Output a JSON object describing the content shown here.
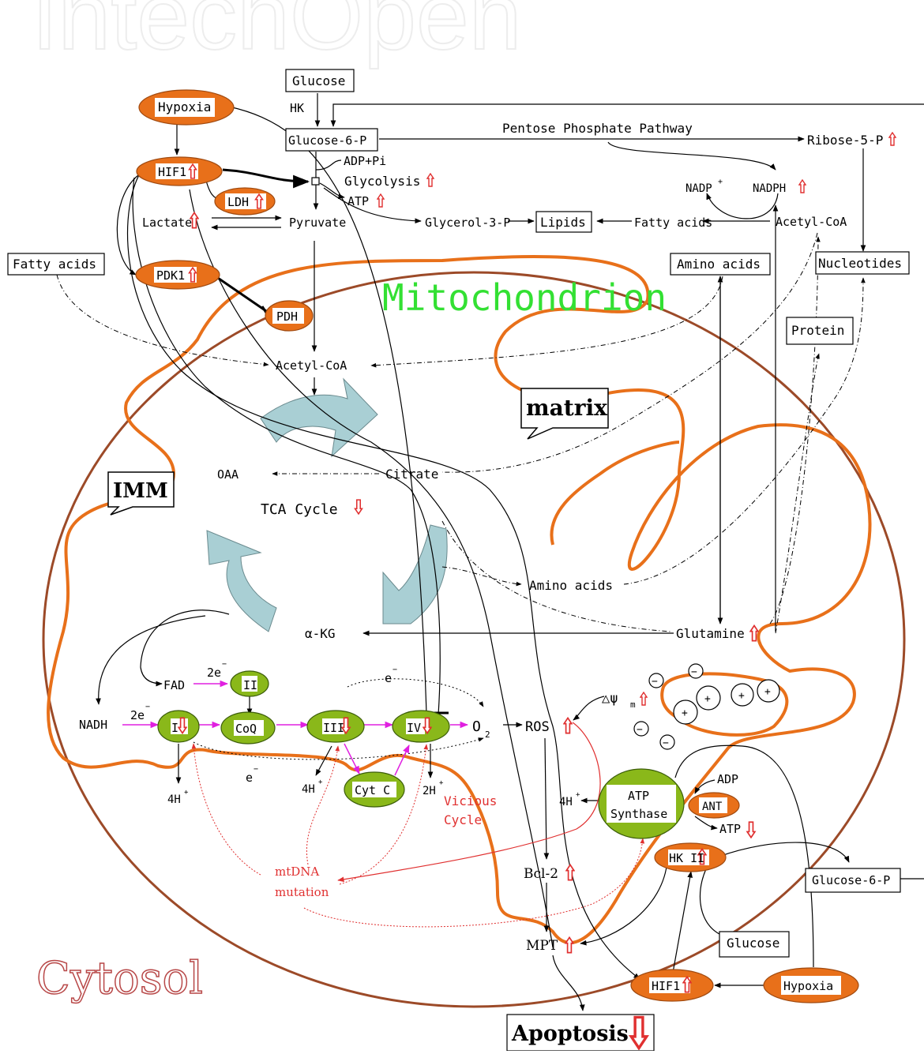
{
  "watermark": "IntechOpen",
  "colors": {
    "orange": "#e8701a",
    "green": "#8ab81a",
    "teal": "#a9cfd4",
    "membrane": "#e8701a",
    "cell_border": "#9c4a28",
    "magenta": "#e020e0",
    "red": "#e03030",
    "mito_label": "#33e033",
    "cytosol_label": "#b84848"
  },
  "labels": {
    "glucose_top": "Glucose",
    "hk": "HK",
    "g6p_top": "Glucose-6-P",
    "ppp": "Pentose Phosphate Pathway",
    "ribose": "Ribose-5-P",
    "hypoxia_top": "Hypoxia",
    "hif1_top": "HIF1",
    "ldh": "LDH",
    "adp_pi": "ADP+Pi",
    "glycolysis": "Glycolysis",
    "atp_top": "ATP",
    "nadp": "NADP",
    "nadph": "NADPH",
    "lactate": "Lactate",
    "pyruvate": "Pyruvate",
    "glycerol": "Glycerol-3-P",
    "lipids": "Lipids",
    "fatty_acids_mid": "Fatty acids",
    "acetyl_coa_top": "Acetyl-CoA",
    "fatty_acids_left": "Fatty acids",
    "pdk1": "PDK1",
    "amino_acids_top": "Amino acids",
    "nucleotides": "Nucleotides",
    "mitochondrion": "Mitochondrion",
    "pdh": "PDH",
    "protein": "Protein",
    "acetyl_coa_mid": "Acetyl-CoA",
    "matrix": "matrix",
    "oaa": "OAA",
    "citrate": "Citrate",
    "imm": "IMM",
    "tca": "TCA Cycle",
    "amino_acids_mid": "Amino acids",
    "akg": "α-KG",
    "glutamine": "Glutamine",
    "fad": "FAD",
    "two_e_a": "2e",
    "two_e_b": "2e",
    "complex_ii": "II",
    "e_top": "e",
    "e_bottom": "e",
    "nadh": "NADH",
    "complex_i": "I",
    "coq": "CoQ",
    "complex_iii": "III",
    "complex_iv": "IV",
    "o2": "O",
    "o2_sub": "2",
    "ros": "ROS",
    "delta_psi": "△ψ",
    "delta_psi_sub": "m",
    "four_h_a": "4H",
    "four_h_b": "4H",
    "two_h": "2H",
    "plus": "+",
    "cyt_c": "Cyt C",
    "vicious": "Vicious",
    "cycle": "Cycle",
    "four_h_c": "4H",
    "atp_synthase_1": "ATP",
    "atp_synthase_2": "Synthase",
    "adp": "ADP",
    "ant": "ANT",
    "atp_bottom": "ATP",
    "hkii": "HK II",
    "glucose6p_right": "Glucose-6-P",
    "bcl2": "Bcl-2",
    "mtdna_1": "mtDNA",
    "mtdna_2": "mutation",
    "mpt": "MPT",
    "glucose_bottom": "Glucose",
    "cytosol": "Cytosol",
    "hif1_bottom": "HIF1",
    "hypoxia_bottom": "Hypoxia",
    "apoptosis": "Apoptosis",
    "minus": "−"
  }
}
